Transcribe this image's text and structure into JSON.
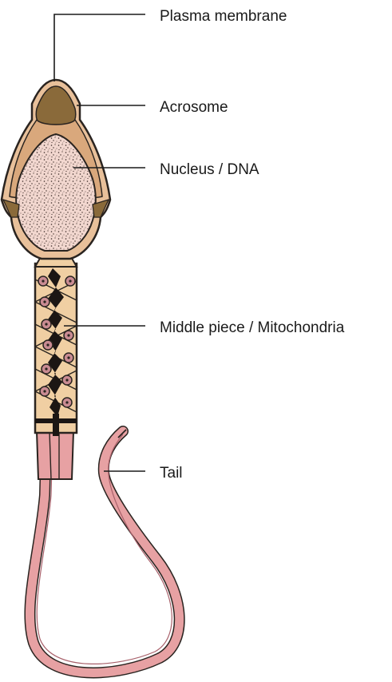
{
  "labels": {
    "plasma_membrane": "Plasma membrane",
    "acrosome": "Acrosome",
    "nucleus": "Nucleus / DNA",
    "middle_piece": "Middle piece / Mitochondria",
    "tail": "Tail"
  },
  "colors": {
    "outline": "#2a2420",
    "membrane_fill": "#e8c09a",
    "acrosome_fill": "#8a6a3a",
    "nucleus_fill": "#f2d7cf",
    "middle_fill": "#f0cfa3",
    "mitochondria_fill": "#c98b92",
    "tail_fill": "#e7a1a3",
    "tail_dark": "#a8606a"
  }
}
